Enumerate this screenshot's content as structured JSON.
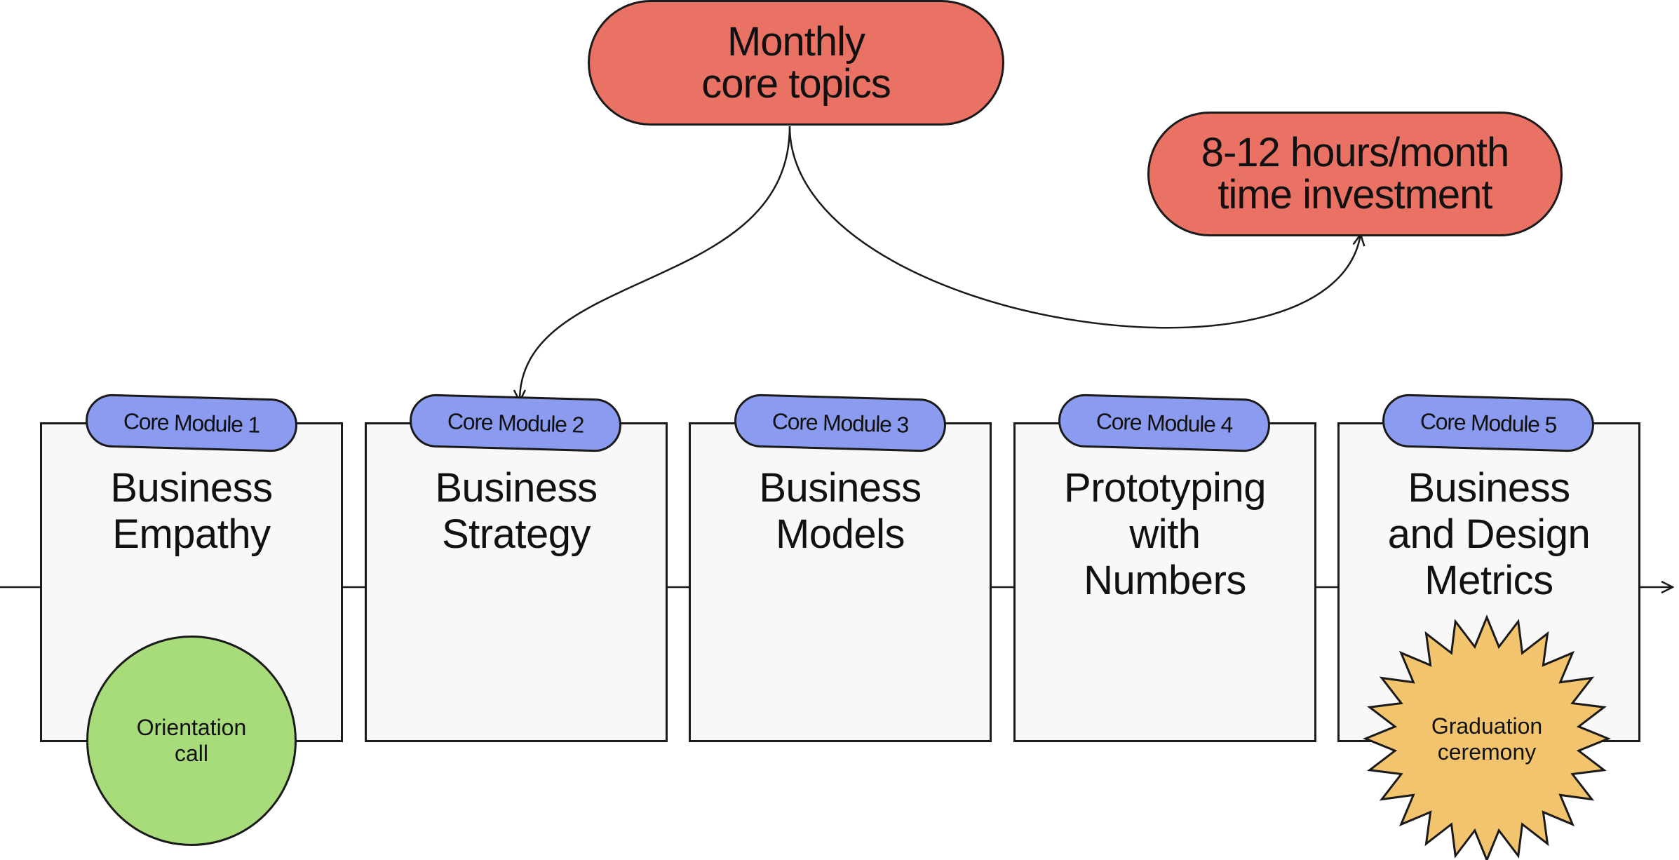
{
  "top_pill": {
    "line1": "Monthly",
    "line2": "core topics"
  },
  "time_pill": {
    "line1": "8-12 hours/month",
    "line2": "time investment"
  },
  "modules": [
    {
      "tag": "Core Module 1",
      "title": [
        "Business",
        "Empathy"
      ]
    },
    {
      "tag": "Core Module 2",
      "title": [
        "Business",
        "Strategy"
      ]
    },
    {
      "tag": "Core Module 3",
      "title": [
        "Business",
        "Models"
      ]
    },
    {
      "tag": "Core Module 4",
      "title": [
        "Prototyping",
        "with",
        "Numbers"
      ]
    },
    {
      "tag": "Core Module 5",
      "title": [
        "Business",
        "and Design",
        "Metrics"
      ]
    }
  ],
  "orientation": {
    "line1": "Orientation",
    "line2": "call"
  },
  "graduation": {
    "line1": "Graduation",
    "line2": "ceremony"
  },
  "colors": {
    "pill": "#e97264",
    "tag": "#8b9cf0",
    "box": "#f8f8f8",
    "orientation": "#a8dc7a",
    "graduation": "#f2c46e",
    "stroke": "#1a1a1a"
  }
}
